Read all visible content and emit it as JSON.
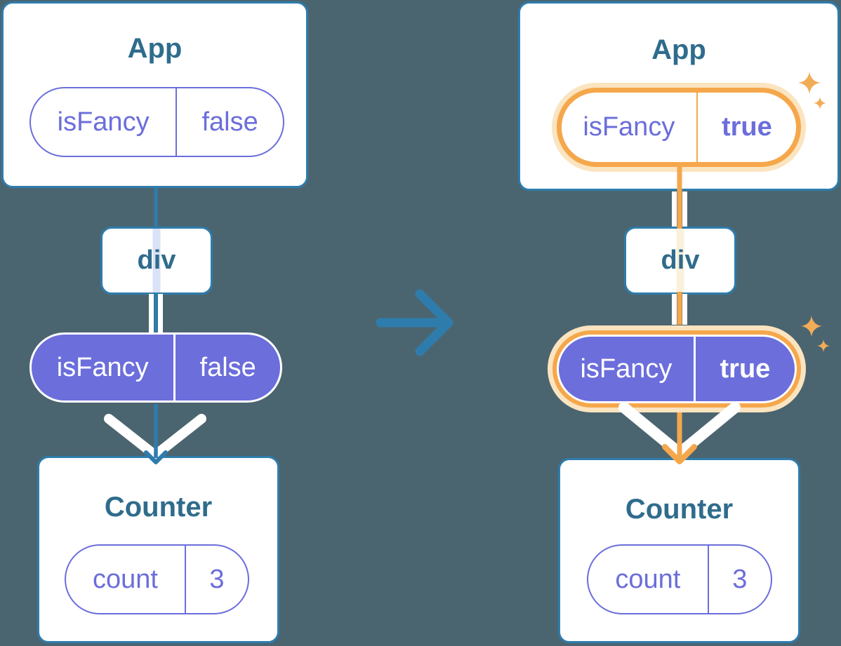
{
  "diagram": {
    "description_labels": [],
    "transition_arrow": "right-arrow"
  },
  "colors": {
    "background": "#4B6570",
    "card_border_blue": "#2E7CAC",
    "title_text_blue": "#2F6C8C",
    "purple": "#6B6EDB",
    "pill_text_white": "#FFFFFF",
    "highlight_orange": "#F5A74B",
    "highlight_glow": "#FBE4C0",
    "sparkle_orange": "#F2AC57",
    "stripe_lavender": "#D9E2F6",
    "stripe_cream": "#FBF0DB"
  },
  "trees": [
    {
      "app_title": "App",
      "app_prop_name": "isFancy",
      "app_prop_value": "false",
      "div_label": "div",
      "passed_prop_name": "isFancy",
      "passed_prop_value": "false",
      "counter_title": "Counter",
      "state_name": "count",
      "state_value": "3"
    },
    {
      "app_title": "App",
      "app_prop_name": "isFancy",
      "app_prop_value": "true",
      "div_label": "div",
      "passed_prop_name": "isFancy",
      "passed_prop_value": "true",
      "counter_title": "Counter",
      "state_name": "count",
      "state_value": "3"
    }
  ]
}
